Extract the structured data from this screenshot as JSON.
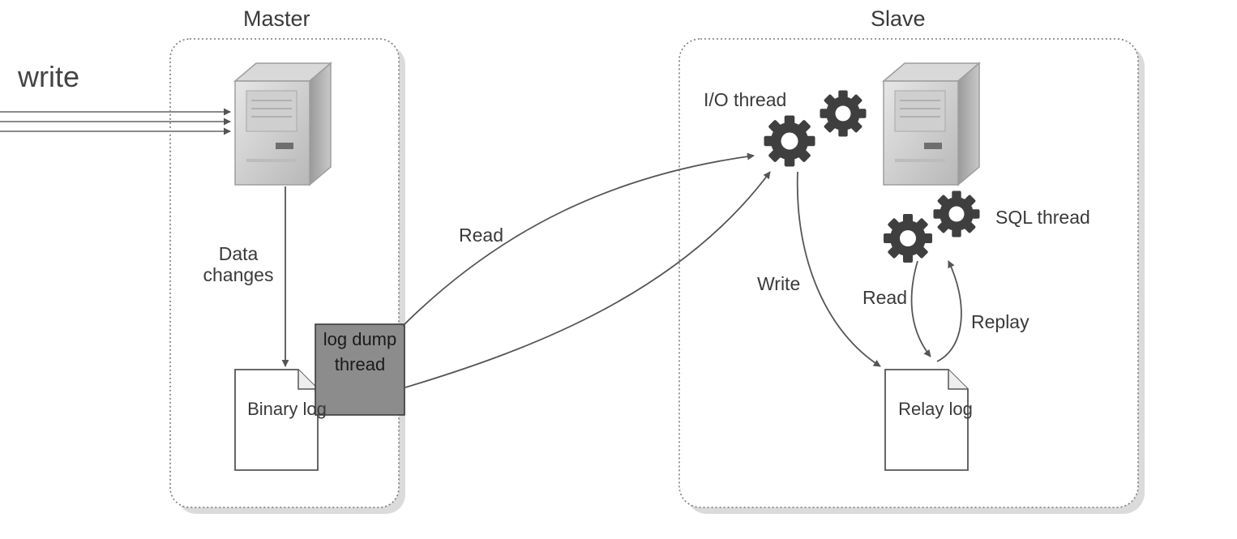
{
  "master": {
    "title": "Master"
  },
  "slave": {
    "title": "Slave"
  },
  "incoming": {
    "label": "write"
  },
  "arrows": {
    "data_changes": "Data changes",
    "read": "Read",
    "write": "Write",
    "sql_read": "Read",
    "replay": "Replay"
  },
  "threads": {
    "log_dump": "log dump thread",
    "io": "I/O thread",
    "sql": "SQL thread"
  },
  "files": {
    "binary_log": "Binary log",
    "relay_log": "Relay log"
  },
  "icons": {
    "master_server": "server-icon",
    "slave_server": "server-icon",
    "io_thread": "gears-icon",
    "sql_thread": "gears-icon",
    "binary_log": "document-icon",
    "relay_log": "document-icon"
  },
  "colors": {
    "line": "#555555",
    "dump_box": "#8c8c8c",
    "gear": "#3f3f3f",
    "server": "#bdbdbd"
  }
}
